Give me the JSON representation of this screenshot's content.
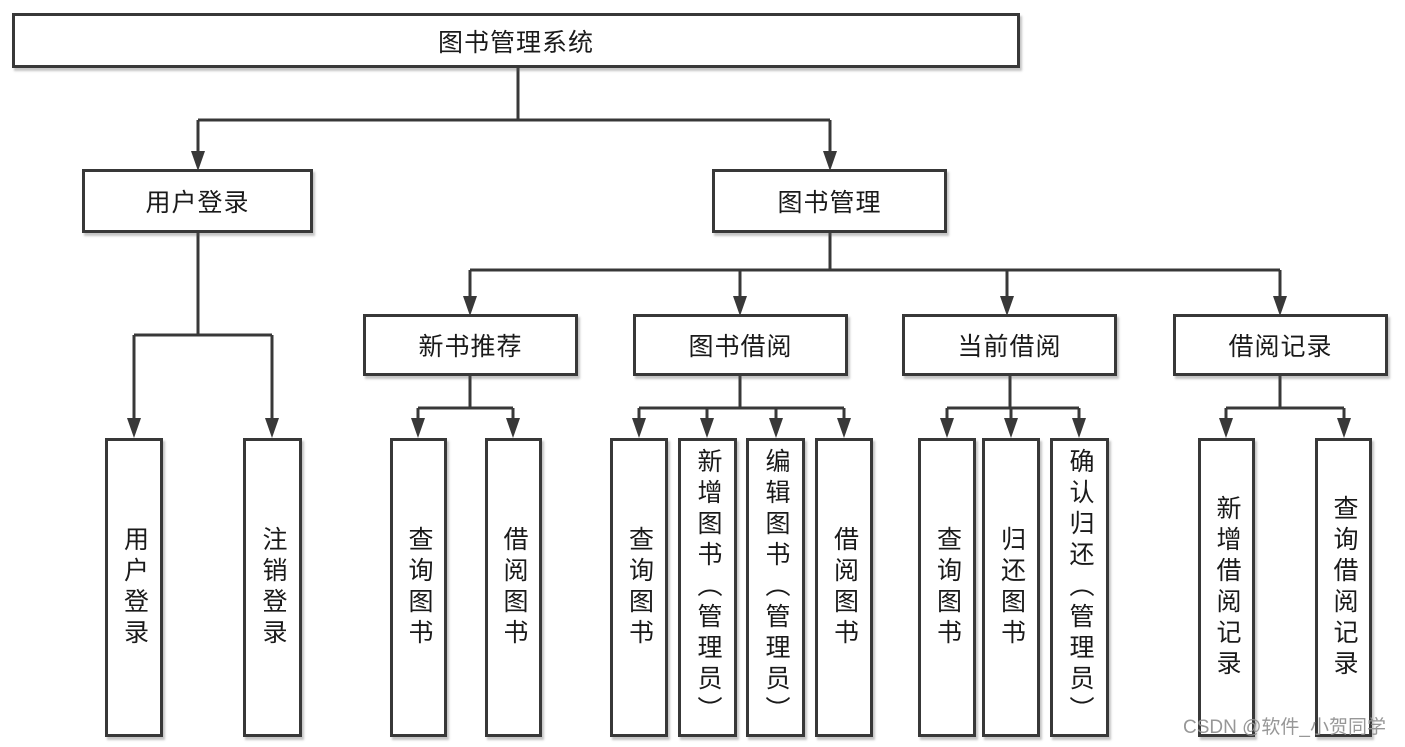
{
  "colors": {
    "background": "#ffffff",
    "line": "#383838",
    "box_border": "#383838",
    "text": "#1a1a1a",
    "watermark": "#919191"
  },
  "watermark": "CSDN @软件_小贺同学",
  "nodes": {
    "root": "图书管理系统",
    "level2": [
      "用户登录",
      "图书管理"
    ],
    "level3": [
      "新书推荐",
      "图书借阅",
      "当前借阅",
      "借阅记录"
    ],
    "leaves": {
      "login": [
        "用户登录",
        "注销登录"
      ],
      "recommend": [
        "查询图书",
        "借阅图书"
      ],
      "borrow": [
        "查询图书",
        "新增图书（管理员）",
        "编辑图书（管理员）",
        "借阅图书"
      ],
      "current": [
        "查询图书",
        "归还图书",
        "确认归还（管理员）"
      ],
      "records": [
        "新增借阅记录",
        "查询借阅记录"
      ]
    }
  }
}
